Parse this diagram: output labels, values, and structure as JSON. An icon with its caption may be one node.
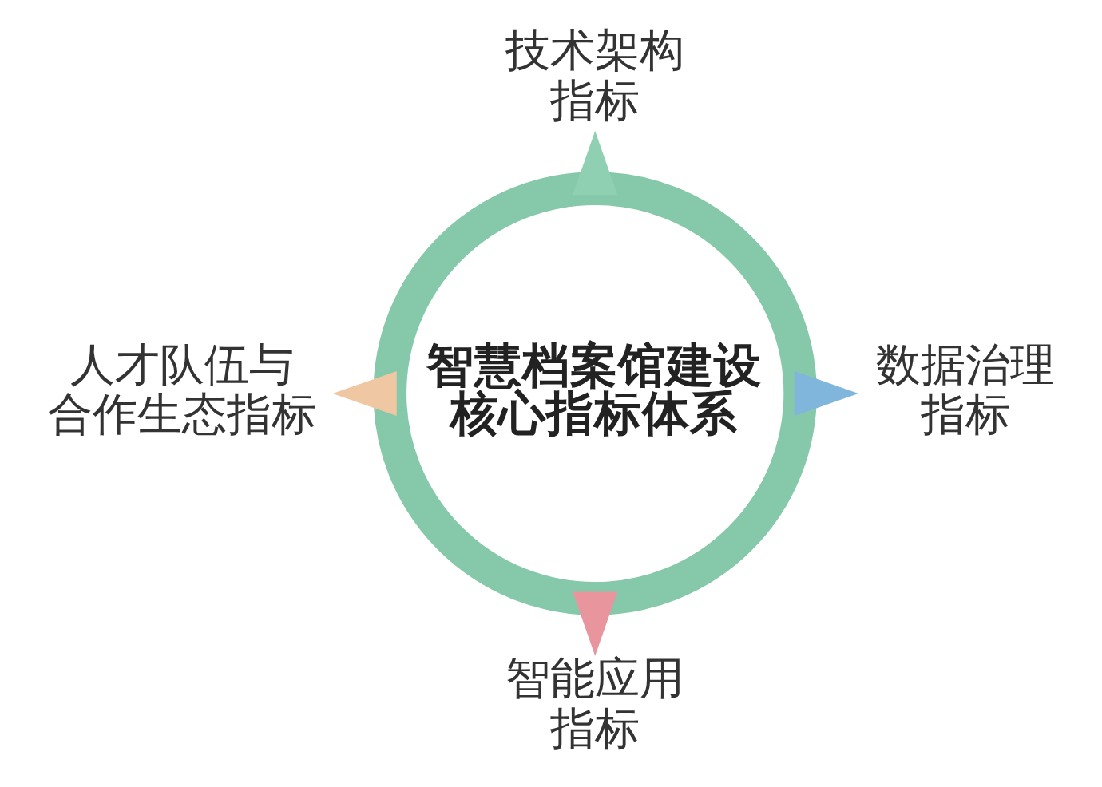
{
  "diagram": {
    "nodes": [
      {
        "text": [
          "智慧档案馆建设核心指标体系"
        ]
      },
      {
        "text": [
          "技术架构指标"
        ]
      },
      {
        "text": [
          "数据治理指标"
        ]
      },
      {
        "text": [
          "智能应用指标"
        ]
      },
      {
        "text": [
          "人才队伍与合作生态指标"
        ]
      }
    ],
    "edges": [
      {
        "from": 0,
        "to": 1,
        "arrow": "to",
        "color": "#8fd0b2"
      },
      {
        "from": 0,
        "to": 2,
        "arrow": "to",
        "color": "#80b6dc"
      },
      {
        "from": 0,
        "to": 3,
        "arrow": "to",
        "color": "#e8959e"
      },
      {
        "from": 0,
        "to": 4,
        "arrow": "to",
        "color": "#efc7a2"
      }
    ]
  }
}
